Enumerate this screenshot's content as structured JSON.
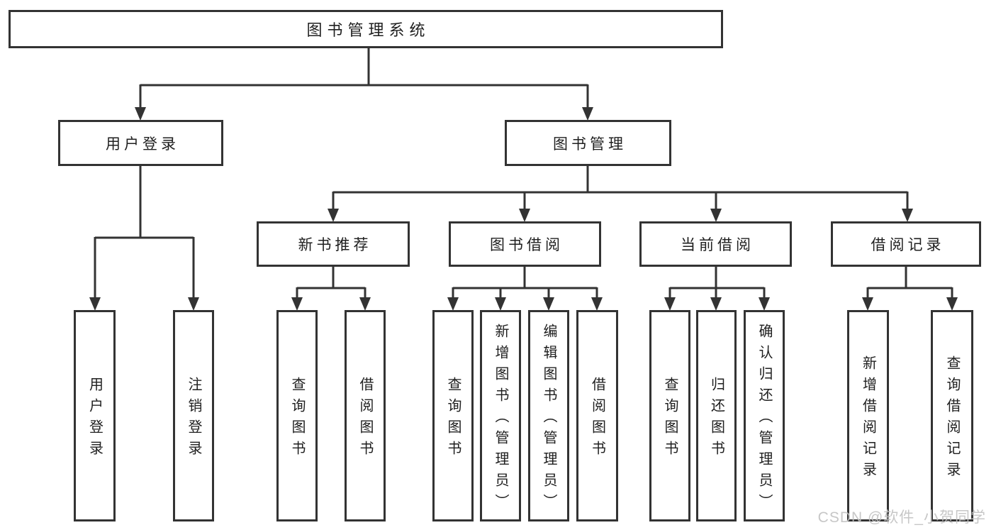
{
  "tree": {
    "root": {
      "label": "图书管理系统",
      "children": [
        {
          "label": "用户登录",
          "children": [
            {
              "label": "用户登录"
            },
            {
              "label": "注销登录"
            }
          ]
        },
        {
          "label": "图书管理",
          "children": [
            {
              "label": "新书推荐",
              "children": [
                {
                  "label": "查询图书"
                },
                {
                  "label": "借阅图书"
                }
              ]
            },
            {
              "label": "图书借阅",
              "children": [
                {
                  "label": "查询图书"
                },
                {
                  "label": "新增图书（管理员）"
                },
                {
                  "label": "编辑图书（管理员）"
                },
                {
                  "label": "借阅图书"
                }
              ]
            },
            {
              "label": "当前借阅",
              "children": [
                {
                  "label": "查询图书"
                },
                {
                  "label": "归还图书"
                },
                {
                  "label": "确认归还（管理员）"
                }
              ]
            },
            {
              "label": "借阅记录",
              "children": [
                {
                  "label": "新增借阅记录"
                },
                {
                  "label": "查询借阅记录"
                }
              ]
            }
          ]
        }
      ]
    }
  },
  "watermark": {
    "text": "CSDN @软件_小贺同学",
    "color": "#c1c1c1"
  },
  "colors": {
    "line": "#333333",
    "box_border": "#333333",
    "text": "#1f1f1f",
    "background": "#ffffff"
  }
}
